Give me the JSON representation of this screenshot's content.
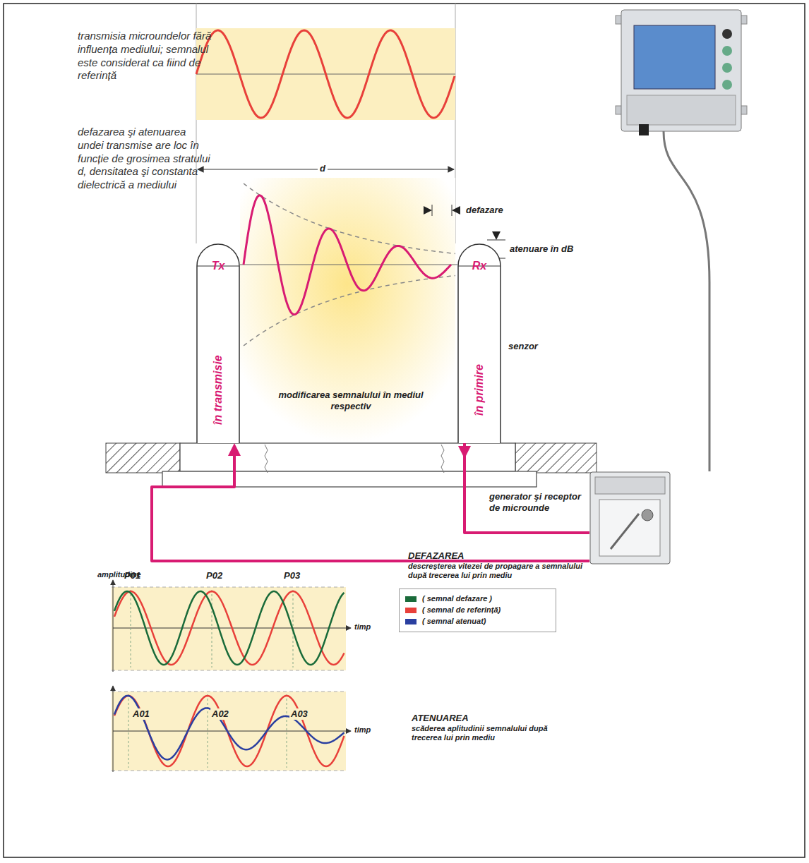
{
  "diagram": {
    "nodes": [
      {
        "text": [
          "Tx",
          "în transmisie"
        ]
      },
      {
        "text": [
          "Rx",
          "în primire",
          "senzor"
        ]
      },
      {
        "text": [
          "generator şi receptor de microunde"
        ]
      }
    ],
    "edges": [
      {
        "from": 2,
        "to": 0,
        "arrow": "to"
      },
      {
        "from": 2,
        "to": 1,
        "arrow": "to"
      }
    ],
    "labels": [
      "transmisia microundelor fără influența mediului; semnalul este considerat ca fiind de referință",
      "defazarea şi atenuarea undei transmise are loc în funcție de grosimea stratului d, densitatea şi constanta dielectrică a mediului",
      "d",
      "defazare",
      "atenuare în dB",
      "modificarea semnalului în mediul respectiv",
      "amplitudine",
      "P01",
      "P02",
      "P03",
      "timp",
      "DEFAZAREA",
      "descreşterea vitezei de propagare a semnalului după trecerea lui prin mediu",
      "A01",
      "A02",
      "A03",
      "timp",
      "ATENUAREA",
      "scăderea aplitudinii semnalului după trecerea lui prin mediu"
    ],
    "legend": [
      {
        "text": "( semnal defazare )",
        "color": "#1a6b3a"
      },
      {
        "text": "( semnal de referință)",
        "color": "#e8403a"
      },
      {
        "text": "( semnal atenuat)",
        "color": "#2a3fa0"
      }
    ]
  }
}
